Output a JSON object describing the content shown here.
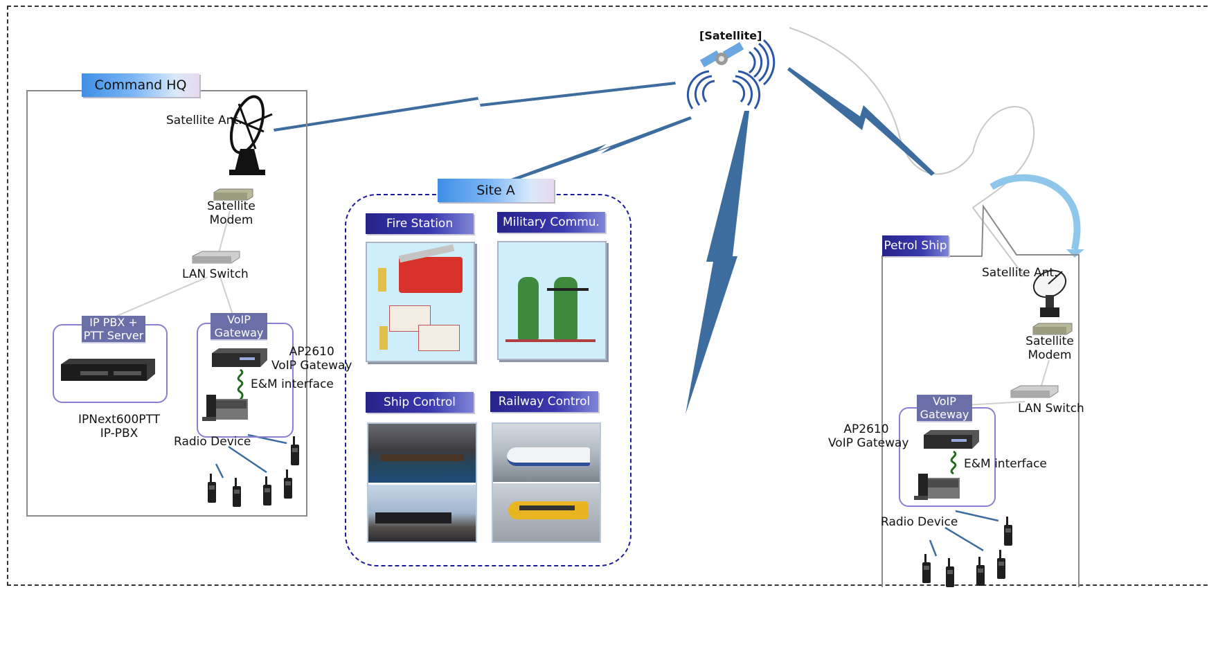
{
  "satellite": {
    "label": "[Satellite]"
  },
  "command_hq": {
    "title": "Command HQ",
    "satellite_ant": "Satellite Ant.",
    "satellite_modem": [
      "Satellite",
      "Modem"
    ],
    "lan_switch": "LAN Switch",
    "ip_pbx_tag": [
      "IP PBX  +",
      "PTT Server"
    ],
    "ip_pbx_model": [
      "IPNext600PTT",
      "IP-PBX"
    ],
    "voip_tag": [
      "VoIP",
      "Gateway"
    ],
    "gateway_model": [
      "AP2610",
      "VoIP Gateway"
    ],
    "em_interface": "E&M interface",
    "radio_device": "Radio Device"
  },
  "site_a": {
    "title": "Site A",
    "tiles": [
      "Fire Station",
      "Military Commu.",
      "Ship Control",
      "Railway Control"
    ]
  },
  "petrol_ship": {
    "title": "Petrol Ship",
    "satellite_ant": "Satellite Ant.",
    "satellite_modem": [
      "Satellite",
      "Modem"
    ],
    "lan_switch": "LAN Switch",
    "voip_tag": [
      "VoIP",
      "Gateway"
    ],
    "gateway_model": [
      "AP2610",
      "VoIP Gateway"
    ],
    "em_interface": "E&M interface",
    "radio_device": "Radio Device"
  },
  "colors": {
    "link": "#3d6d9e",
    "frame_gray": "#8a8a8a",
    "site_border": "#1a1aa0",
    "box_purple": "#8a7fd0",
    "navy_label": "#2a2890"
  },
  "icons": [
    "satellite-icon",
    "satellite-dish-icon",
    "modem-icon",
    "lan-switch-icon",
    "ip-pbx-icon",
    "voip-gateway-icon",
    "radio-icon"
  ]
}
